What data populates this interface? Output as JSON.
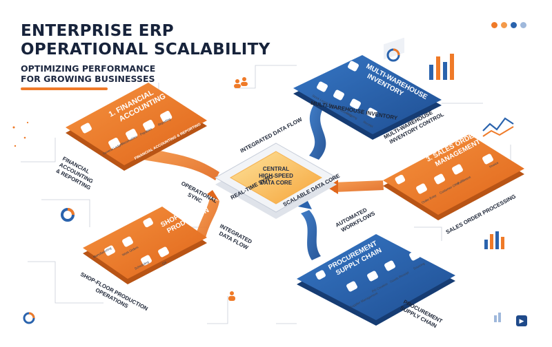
{
  "header": {
    "title_line1": "ENTERPRISE ERP",
    "title_line2": "OPERATIONAL SCALABILITY",
    "subtitle_line1": "OPTIMIZING PERFORMANCE",
    "subtitle_line2": "FOR GROWING BUSINESSES"
  },
  "colors": {
    "orange": "#ef7a28",
    "blue": "#2a63ad",
    "navy": "#17233b",
    "core": "#fbb04a"
  },
  "core": {
    "line1": "CENTRAL",
    "line2": "HIGH-SPEED",
    "line3": "DATA CORE",
    "left_label": "REAL-TIME SYNC",
    "right_label": "SCALABLE DATA CORE"
  },
  "modules": {
    "financial": {
      "title_line1": "1. FINANCIAL",
      "title_line2": "ACCOUNTING",
      "band": "FINANCIAL ACCOUNTING & REPORTING",
      "items": [
        "General Ledger",
        "Receivables",
        "Payables",
        "Reporting"
      ],
      "caption_line1": "FINANCIAL",
      "caption_line2": "ACCOUNTING",
      "caption_line3": "& REPORTING"
    },
    "inventory": {
      "title_line1": "MULTI-WAREHOUSE",
      "title_line2": "INVENTORY",
      "band": "MULTI-WAREHOUSE INVENTORY",
      "items": [
        "Stock Levels",
        "Barcode Scanning",
        "Shipping",
        "Receipt"
      ],
      "caption_line1": "MULTI-WAREHOUSE",
      "caption_line2": "INVENTORY CONTROL"
    },
    "sales": {
      "title_line1": "3. SALES ORDER",
      "title_line2": "MANAGEMENT",
      "items": [
        "Order Entry",
        "Customer CRM",
        "Fulfillment",
        "Invoice"
      ],
      "caption": "SALES ORDER PROCESSING"
    },
    "production": {
      "title_line1": "SHOP-FLOOR",
      "title_line2": "PRODUCTION",
      "items": [
        "Manufacturing",
        "Work Orders",
        "Scheduling",
        "QA"
      ],
      "caption_line1": "SHOP-FLOOR PRODUCTION",
      "caption_line2": "OPERATIONS"
    },
    "procurement": {
      "title_line1": "PROCUREMENT",
      "title_line2": "SUPPLY CHAIN",
      "items": [
        "Supplier Management",
        "PO Creation",
        "Goods Receipt",
        "Sourcing"
      ],
      "caption_line1": "PROCUREMENT",
      "caption_line2": "SUPPLY CHAIN"
    }
  },
  "flows": {
    "top": "INTEGRATED DATA FLOW",
    "left_line1": "OPERATIONAL",
    "left_line2": "SYNC",
    "bottom_line1": "INTEGRATED",
    "bottom_line2": "DATA FLOW",
    "right_line1": "AUTOMATED",
    "right_line2": "WORKFLOWS"
  },
  "icons": [
    "pie-chart-icon",
    "bar-chart-icon",
    "line-chart-icon",
    "users-icon",
    "person-icon",
    "donut-chart-icon",
    "next-arrow-icon"
  ]
}
